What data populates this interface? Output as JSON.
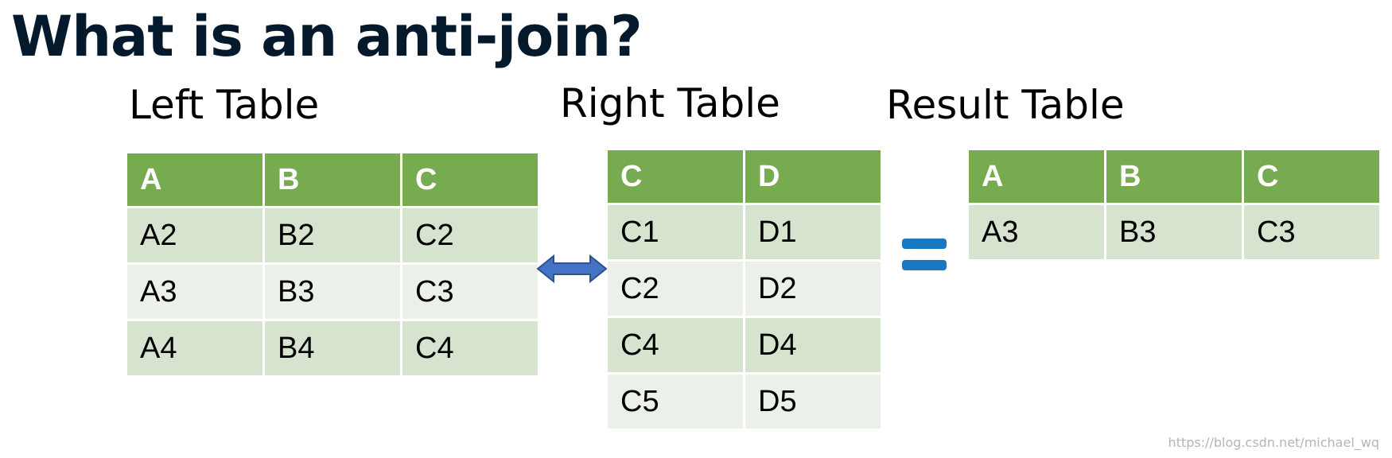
{
  "title": "What is an anti-join?",
  "left_table": {
    "caption": "Left Table",
    "headers": [
      "A",
      "B",
      "C"
    ],
    "rows": [
      [
        "A2",
        "B2",
        "C2"
      ],
      [
        "A3",
        "B3",
        "C3"
      ],
      [
        "A4",
        "B4",
        "C4"
      ]
    ]
  },
  "right_table": {
    "caption": "Right Table",
    "headers": [
      "C",
      "D"
    ],
    "rows": [
      [
        "C1",
        "D1"
      ],
      [
        "C2",
        "D2"
      ],
      [
        "C4",
        "D4"
      ],
      [
        "C5",
        "D5"
      ]
    ]
  },
  "result_table": {
    "caption": "Result Table",
    "headers": [
      "A",
      "B",
      "C"
    ],
    "rows": [
      [
        "A3",
        "B3",
        "C3"
      ]
    ]
  },
  "icons": {
    "connector": "double-arrow-icon",
    "operator": "equals-icon"
  },
  "colors": {
    "title": "#05192d",
    "header_fill": "#77ab4f",
    "row_dark": "#d6e3cf",
    "row_light": "#ebf1e8",
    "arrow_fill": "#4472c4",
    "equals_fill": "#1a78c2"
  },
  "watermark": "https://blog.csdn.net/michael_wq"
}
